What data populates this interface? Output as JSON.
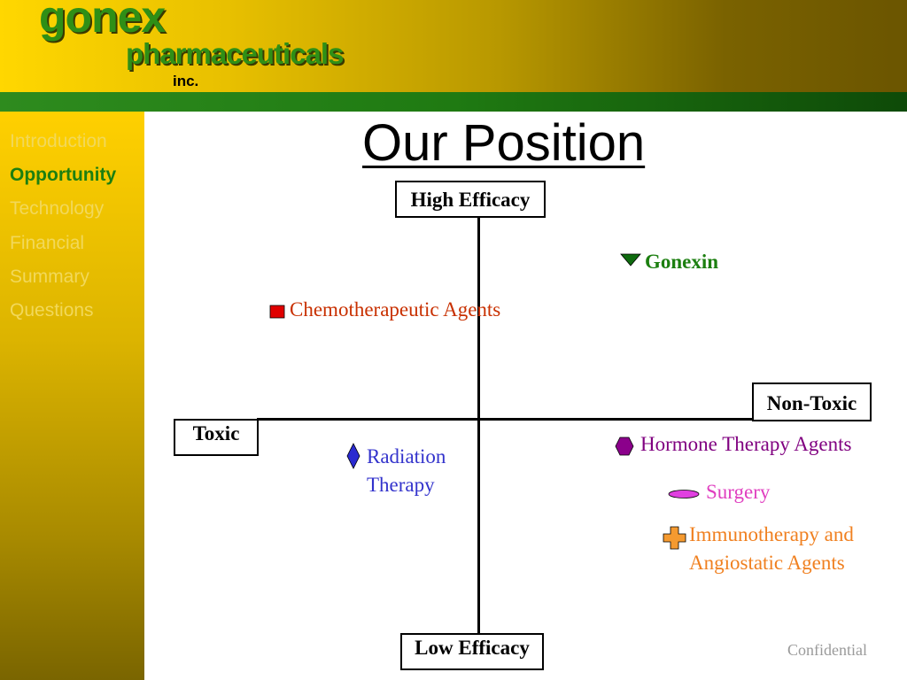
{
  "brand": {
    "name": "gonex",
    "line2": "pharmaceuticals",
    "suffix": "inc."
  },
  "nav": [
    {
      "label": "Introduction",
      "active": false
    },
    {
      "label": "Opportunity",
      "active": true
    },
    {
      "label": "Technology",
      "active": false
    },
    {
      "label": "Financial",
      "active": false
    },
    {
      "label": "Summary",
      "active": false
    },
    {
      "label": "Questions",
      "active": false
    }
  ],
  "slide": {
    "title": "Our Position",
    "axes": {
      "top": "High Efficacy",
      "bottom": "Low Efficacy",
      "left": "Toxic",
      "right": "Non-Toxic"
    },
    "items": [
      {
        "label": "Gonexin",
        "color": "#1c7f10",
        "icon": "triangle-down-icon"
      },
      {
        "label": "Chemotherapeutic Agents",
        "color": "#c83000",
        "icon": "square-icon"
      },
      {
        "label_line1": "Radiation",
        "label_line2": "Therapy",
        "color": "#3333cc",
        "icon": "diamond-icon"
      },
      {
        "label": "Hormone Therapy Agents",
        "color": "#800080",
        "icon": "hexagon-icon"
      },
      {
        "label": "Surgery",
        "color": "#e040c0",
        "icon": "ellipse-icon"
      },
      {
        "label_line1": "Immunotherapy and",
        "label_line2": "Angiostatic Agents",
        "color": "#f08020",
        "icon": "plus-icon"
      }
    ],
    "footer": "Confidential"
  },
  "colors": {
    "brand_green": "#2f8f16",
    "header_yellow": "#ffd700"
  }
}
